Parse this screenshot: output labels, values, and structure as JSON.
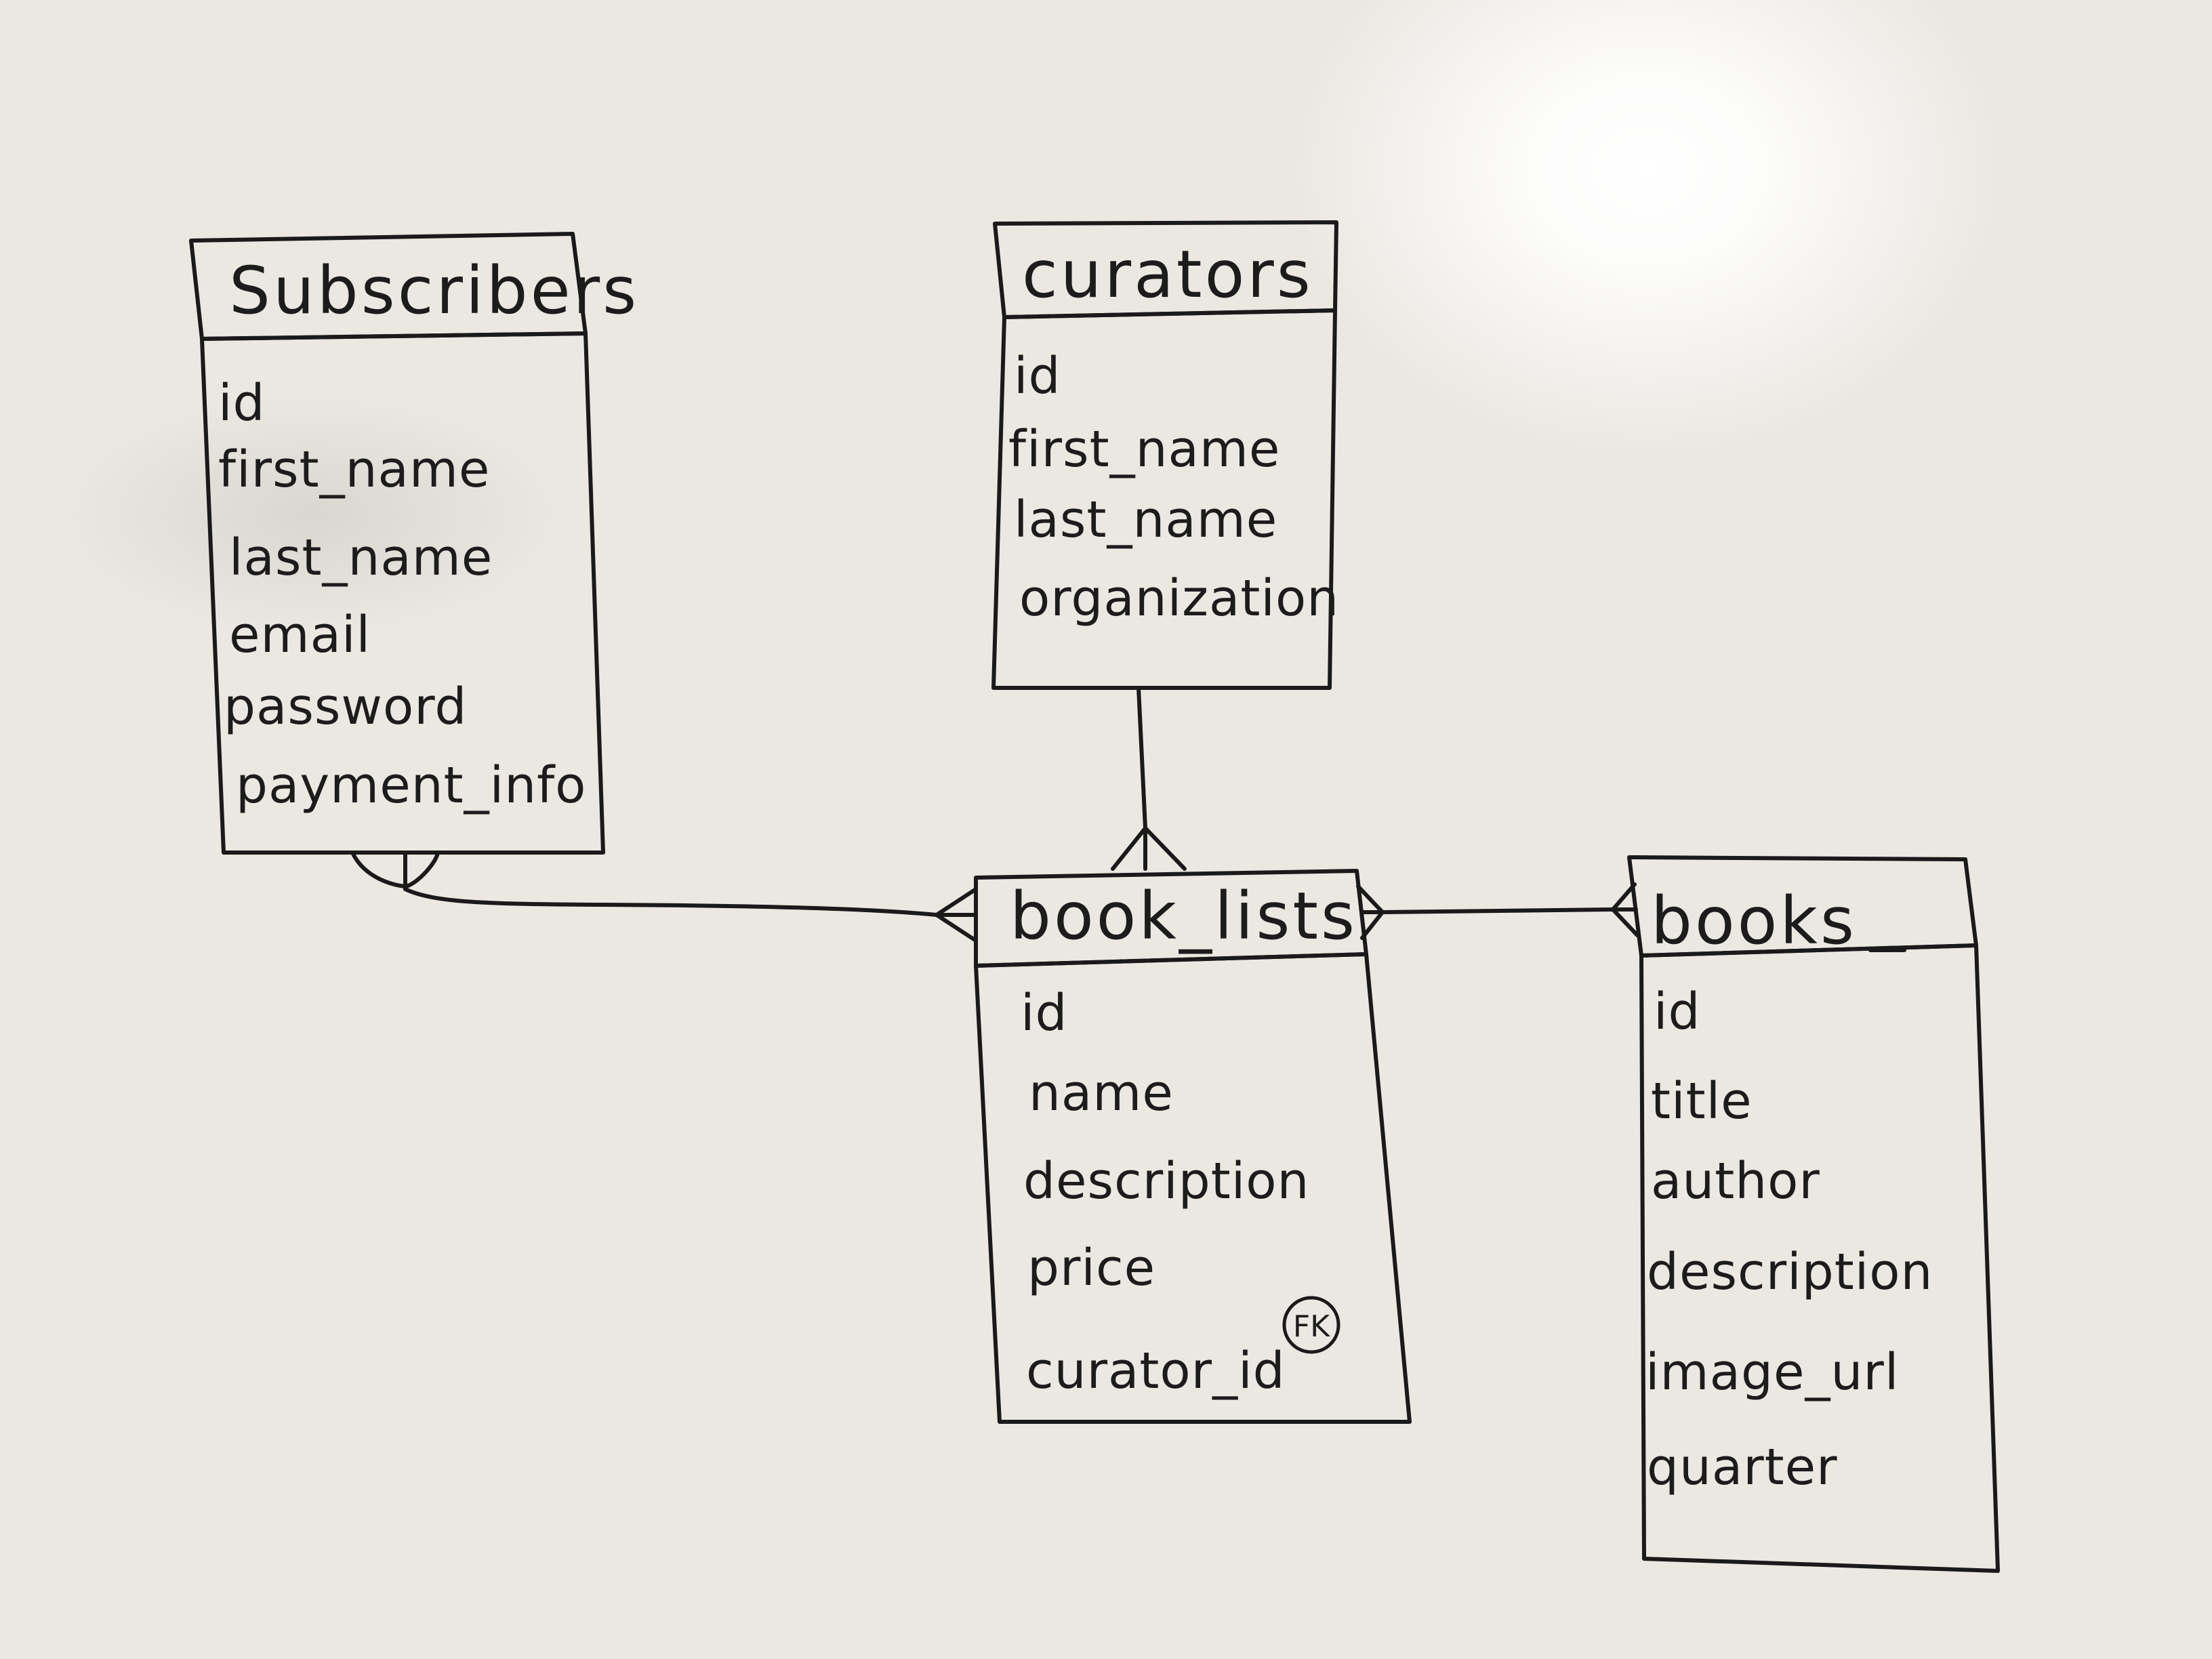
{
  "diagram": {
    "tables": {
      "subscribers": {
        "title": "Subscribers",
        "fields": [
          "id",
          "first_name",
          "last_name",
          "email",
          "password",
          "payment_info"
        ]
      },
      "curators": {
        "title": "curators",
        "fields": [
          "id",
          "first_name",
          "last_name",
          "organization"
        ]
      },
      "book_lists": {
        "title": "book_lists",
        "fields": [
          "id",
          "name",
          "description",
          "price",
          "curator_id"
        ],
        "fk_marker": "FK"
      },
      "books": {
        "title": "books",
        "fields": [
          "id",
          "title",
          "author",
          "description",
          "image_url",
          "quarter"
        ]
      }
    }
  }
}
